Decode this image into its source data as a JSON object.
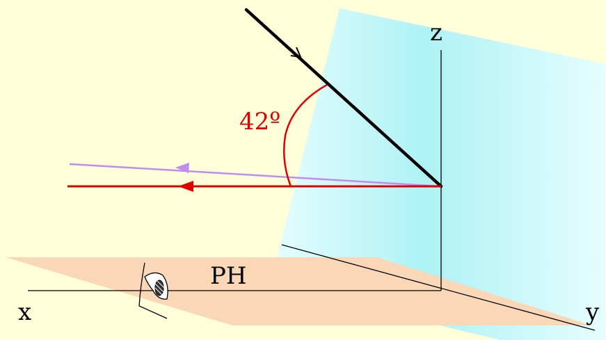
{
  "labels": {
    "z_axis": "z",
    "x_axis": "x",
    "y_axis": "y",
    "plane": "PH",
    "angle": "42º"
  },
  "colors": {
    "background": "#fefed8",
    "plane_horizontal": "#f9d7b7",
    "plane_vertical": "#b9f6f8",
    "ray_red": "#e00000",
    "ray_violet": "#c08cf0",
    "sun_ray": "#000000",
    "axis": "#000000"
  },
  "icons": {
    "observer": "eye-icon"
  }
}
